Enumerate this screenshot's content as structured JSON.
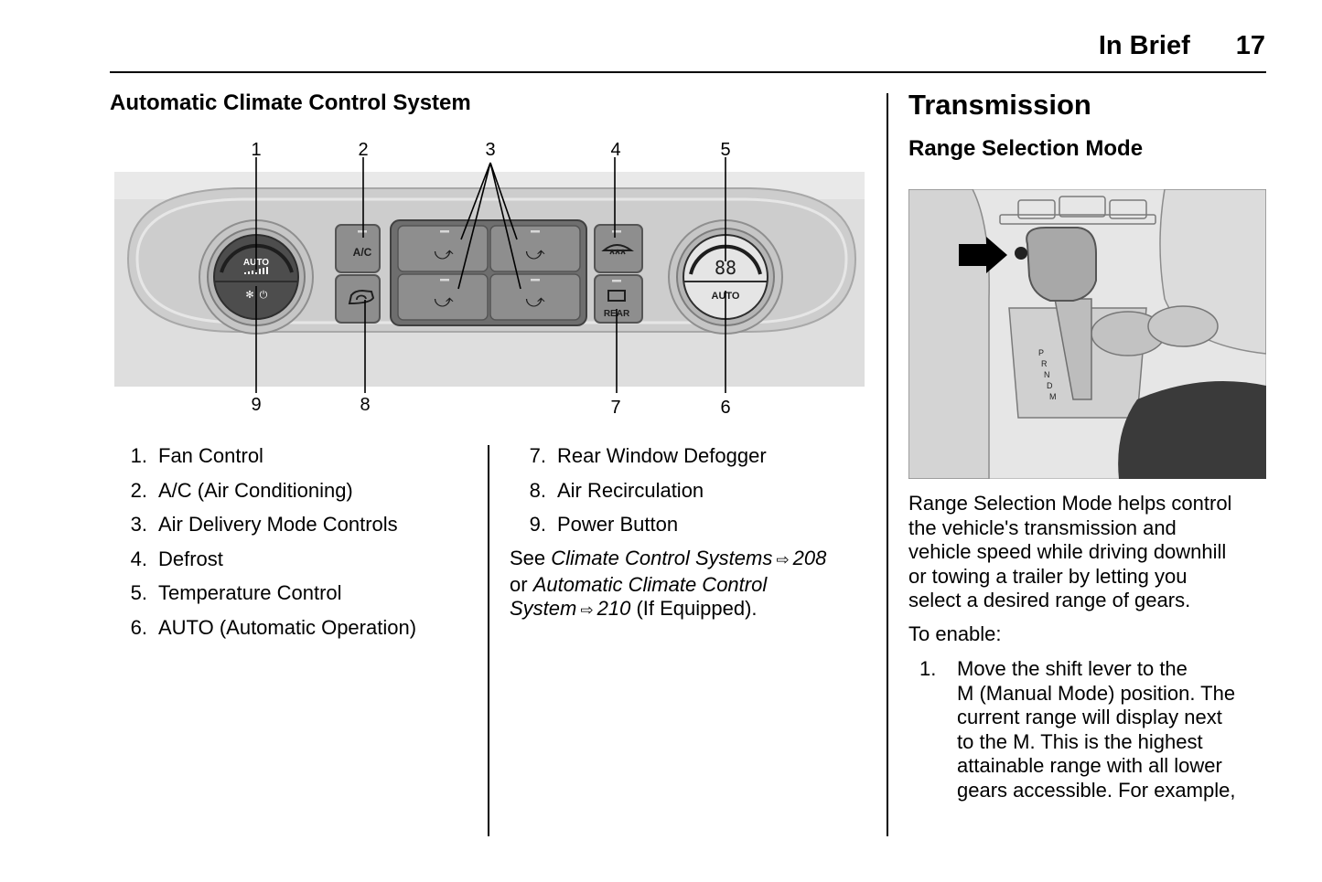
{
  "header": {
    "section": "In Brief",
    "page_number": "17"
  },
  "left": {
    "heading": "Automatic Climate Control System",
    "figure": {
      "callouts_top": [
        "1",
        "2",
        "3",
        "4",
        "5"
      ],
      "callouts_bottom": [
        "9",
        "8",
        "7",
        "6"
      ],
      "button_labels": {
        "fan_auto": "AUTO",
        "ac": "A/C",
        "temp_display": "88",
        "temp_auto": "AUTO",
        "rear": "REAR"
      }
    },
    "list_a": [
      {
        "num": "1.",
        "label": "Fan Control"
      },
      {
        "num": "2.",
        "label": "A/C (Air Conditioning)"
      },
      {
        "num": "3.",
        "label": "Air Delivery Mode Controls"
      },
      {
        "num": "4.",
        "label": "Defrost"
      },
      {
        "num": "5.",
        "label": "Temperature Control"
      },
      {
        "num": "6.",
        "label": "AUTO (Automatic Operation)"
      }
    ],
    "list_b": [
      {
        "num": "7.",
        "label": "Rear Window Defogger"
      },
      {
        "num": "8.",
        "label": "Air Recirculation"
      },
      {
        "num": "9.",
        "label": "Power Button"
      }
    ],
    "see_also": {
      "prefix": "See",
      "ref1_title": "Climate Control Systems",
      "ref1_page": "208",
      "or": "or",
      "ref2_title_a": "Automatic Climate Control",
      "ref2_title_b": "System",
      "ref2_page": "210",
      "suffix": "(If Equipped)."
    },
    "xref_symbol": "⇨"
  },
  "right": {
    "heading": "Transmission",
    "subheading": "Range Selection Mode",
    "figure": {
      "gear_letters": [
        "P",
        "R",
        "N",
        "D",
        "M"
      ]
    },
    "paragraph_lines": [
      "Range Selection Mode helps control",
      "the vehicle's transmission and",
      "vehicle speed while driving downhill",
      "or towing a trailer by letting you",
      "select a desired range of gears."
    ],
    "to_enable": "To enable:",
    "step_num": "1.",
    "step_lines": [
      "Move the shift lever to the",
      "M (Manual Mode) position. The",
      "current range will display next",
      "to the M. This is the highest",
      "attainable range with all lower",
      "gears accessible. For example,"
    ]
  }
}
